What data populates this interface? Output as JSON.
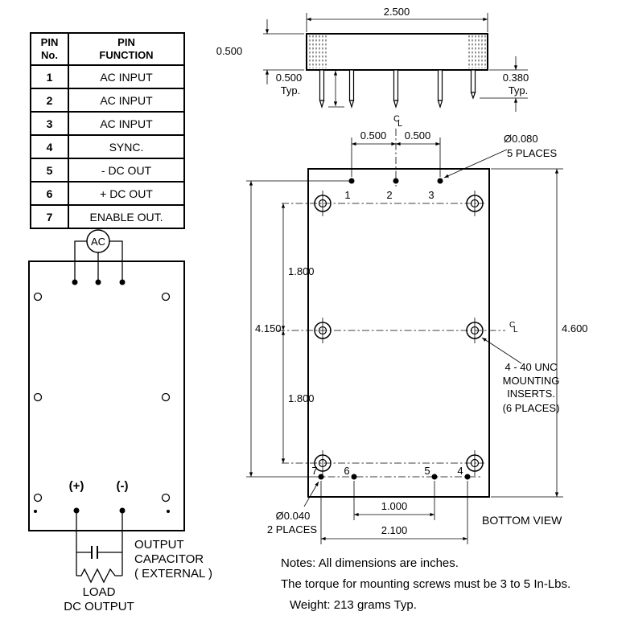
{
  "pin_table": {
    "header": {
      "col1_line1": "PIN",
      "col1_line2": "No.",
      "col2_line1": "PIN",
      "col2_line2": "FUNCTION"
    },
    "rows": [
      {
        "no": "1",
        "fn": "AC INPUT"
      },
      {
        "no": "2",
        "fn": "AC INPUT"
      },
      {
        "no": "3",
        "fn": "AC INPUT"
      },
      {
        "no": "4",
        "fn": "SYNC."
      },
      {
        "no": "5",
        "fn": "- DC OUT"
      },
      {
        "no": "6",
        "fn": "+ DC OUT"
      },
      {
        "no": "7",
        "fn": "ENABLE OUT."
      }
    ]
  },
  "schematic": {
    "ac_label": "AC",
    "plus_label": "(+)",
    "minus_label": "(-)",
    "capacitor_line1": "OUTPUT",
    "capacitor_line2": "CAPACITOR",
    "capacitor_line3": "( EXTERNAL )",
    "load_label": "LOAD",
    "dc_output_label": "DC OUTPUT"
  },
  "side_view": {
    "body_width": "2.500",
    "body_height": "0.500",
    "pin_length_long": "0.500",
    "pin_length_long_typ": "Typ.",
    "pin_length_short": "0.380",
    "pin_length_short_typ": "Typ.",
    "centerline_c": "C",
    "centerline_l": "L"
  },
  "bottom_view": {
    "pin_pitch_left": "0.500",
    "pin_pitch_right": "0.500",
    "pin_hole_dia": "Ø0.080",
    "pin_hole_places": "5 PLACES",
    "pins_top": [
      "1",
      "2",
      "3"
    ],
    "pins_bottom": [
      "7",
      "6",
      "5",
      "4"
    ],
    "hole_row_upper": "1.800",
    "hole_row_lower": "1.800",
    "pin_row_span": "4.150",
    "body_length": "4.600",
    "insert_line1": "4 - 40 UNC",
    "insert_line2": "MOUNTING",
    "insert_line3": "INSERTS.",
    "insert_line4": "(6 PLACES)",
    "small_hole_dia": "Ø0.040",
    "small_hole_places": "2 PLACES",
    "pitch_inner": "1.000",
    "pitch_outer": "2.100",
    "view_label": "BOTTOM VIEW",
    "centerline_top_c": "C",
    "centerline_top_l": "L",
    "centerline_right_c": "C",
    "centerline_right_l": "L"
  },
  "notes": {
    "line1": "Notes: All dimensions are inches.",
    "line2": "The torque for mounting screws must be 3 to 5 In-Lbs.",
    "line3": "Weight: 213 grams Typ."
  }
}
